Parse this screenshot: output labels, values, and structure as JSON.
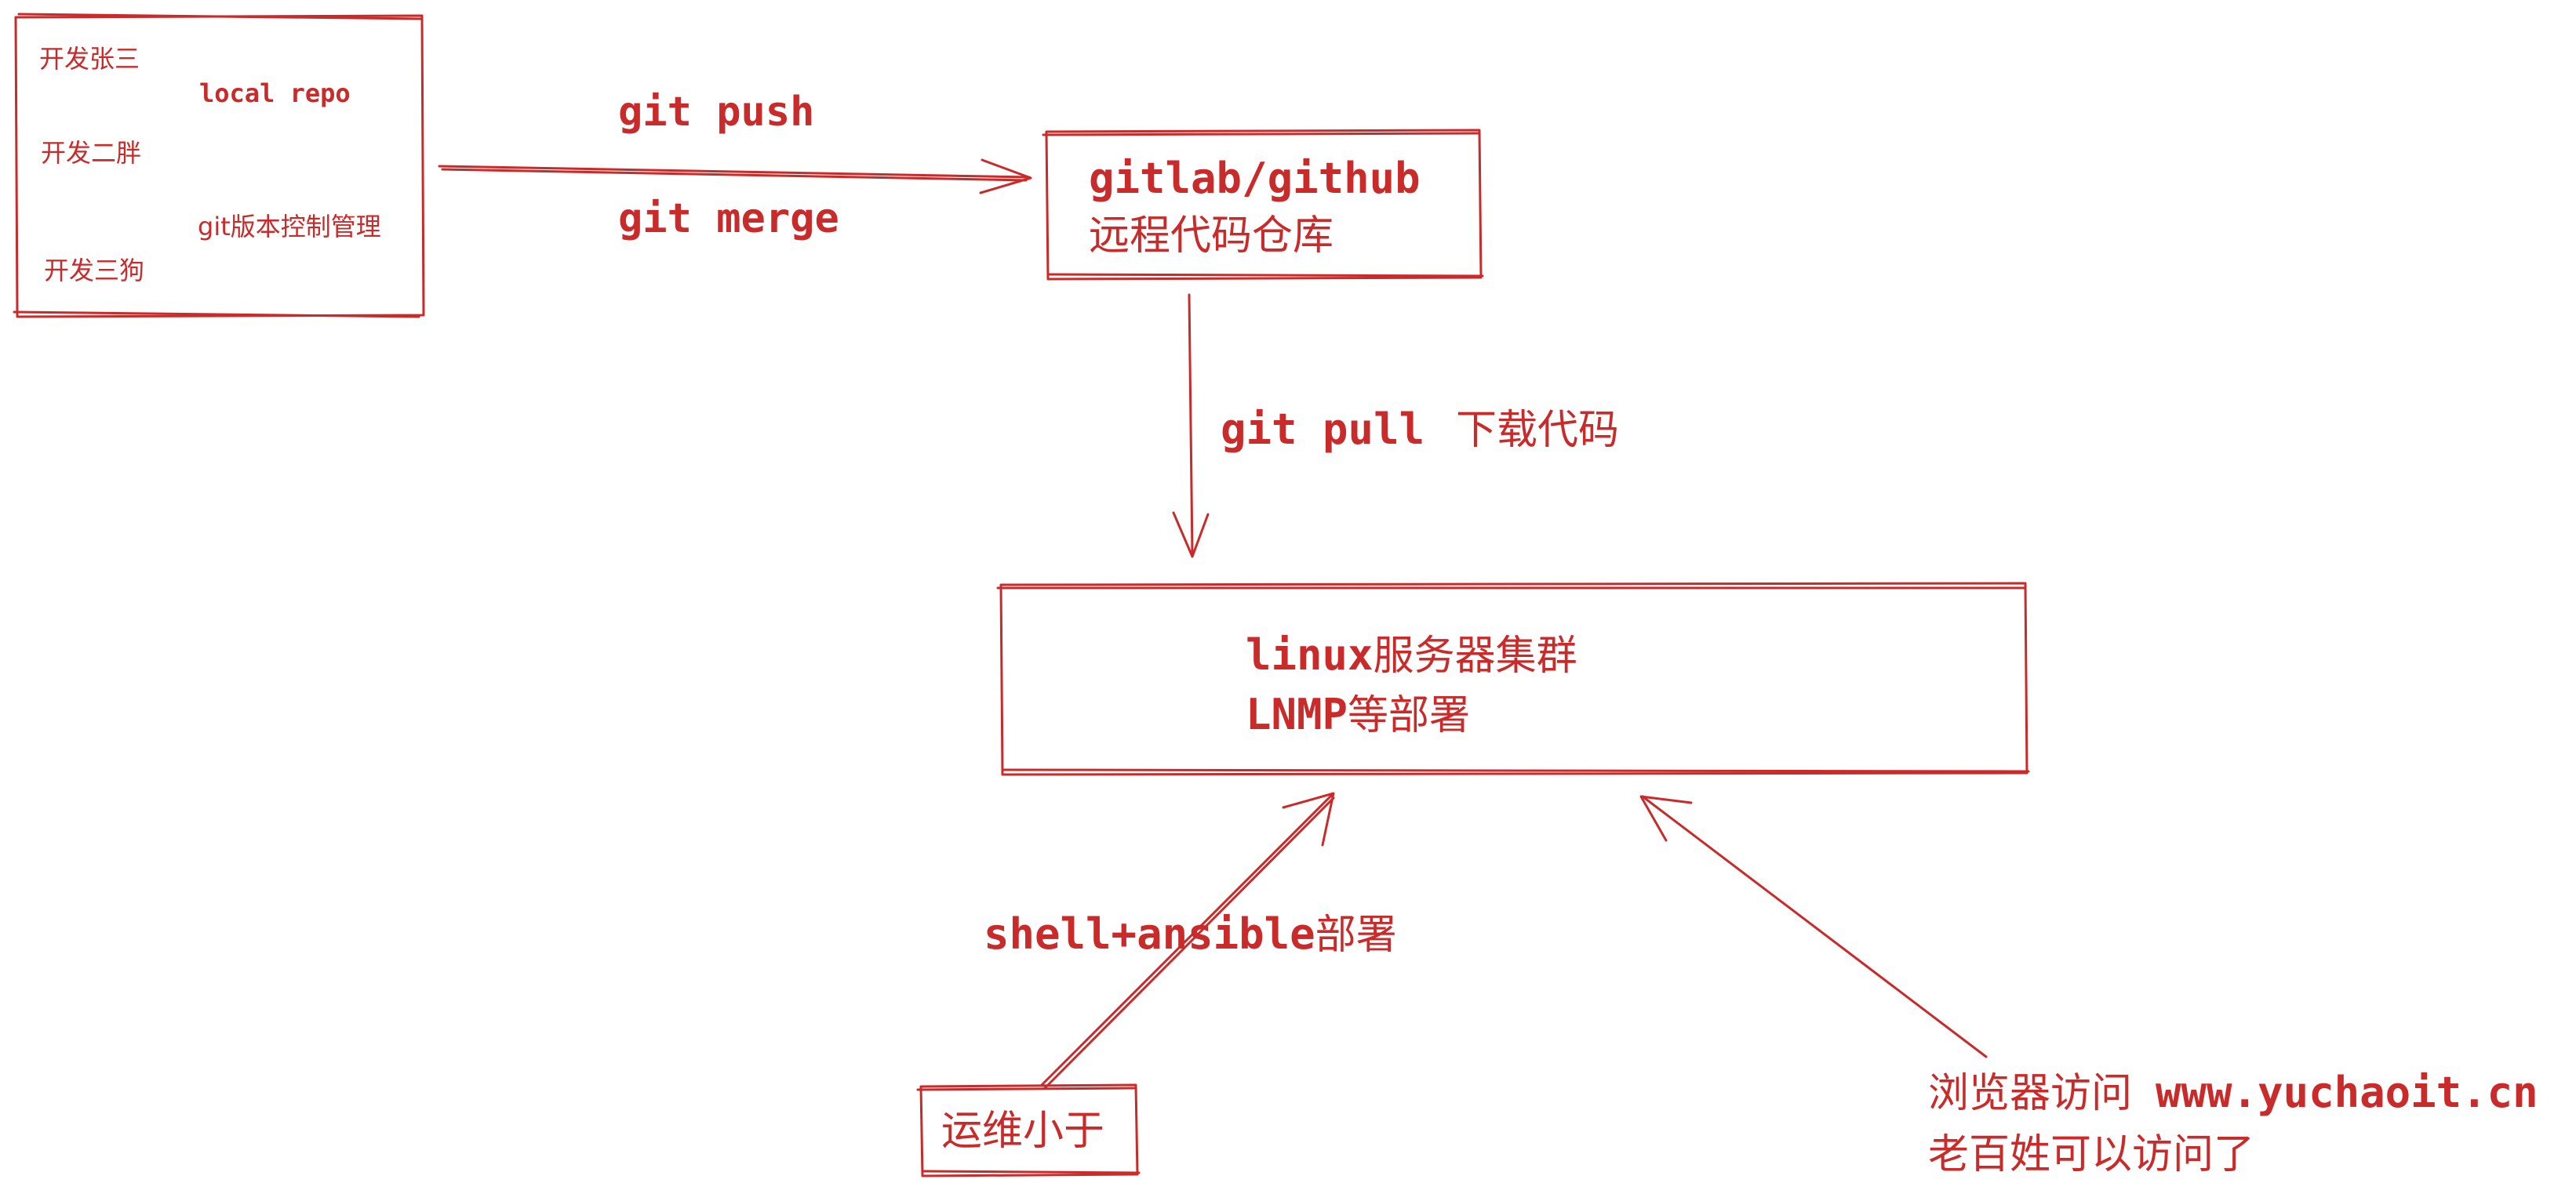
{
  "developers_box": {
    "dev1": "开发张三",
    "dev2": "开发二胖",
    "dev3": "开发三狗",
    "local_repo": "local repo",
    "git_mgmt": "git版本控制管理"
  },
  "push_arrow": {
    "label_push": "git push",
    "label_merge": "git merge"
  },
  "remote_box": {
    "line1": "gitlab/github",
    "line2": "远程代码仓库"
  },
  "pull_arrow": {
    "label_cmd": "git pull",
    "label_desc": "下载代码"
  },
  "server_box": {
    "line1_prefix": "linux",
    "line1_suffix": "服务器集群",
    "line2_prefix": "LNMP",
    "line2_suffix": "等部署"
  },
  "ops": {
    "box_label": "运维小于",
    "deploy_prefix": "shell+ansible",
    "deploy_suffix": "部署"
  },
  "public": {
    "access_prefix": "浏览器访问",
    "url": "www.yuchaoit.cn",
    "line2": "老百姓可以访问了"
  },
  "colors": {
    "stroke": "#c92a2a",
    "text": "#c92a2a",
    "background": "#ffffff"
  }
}
